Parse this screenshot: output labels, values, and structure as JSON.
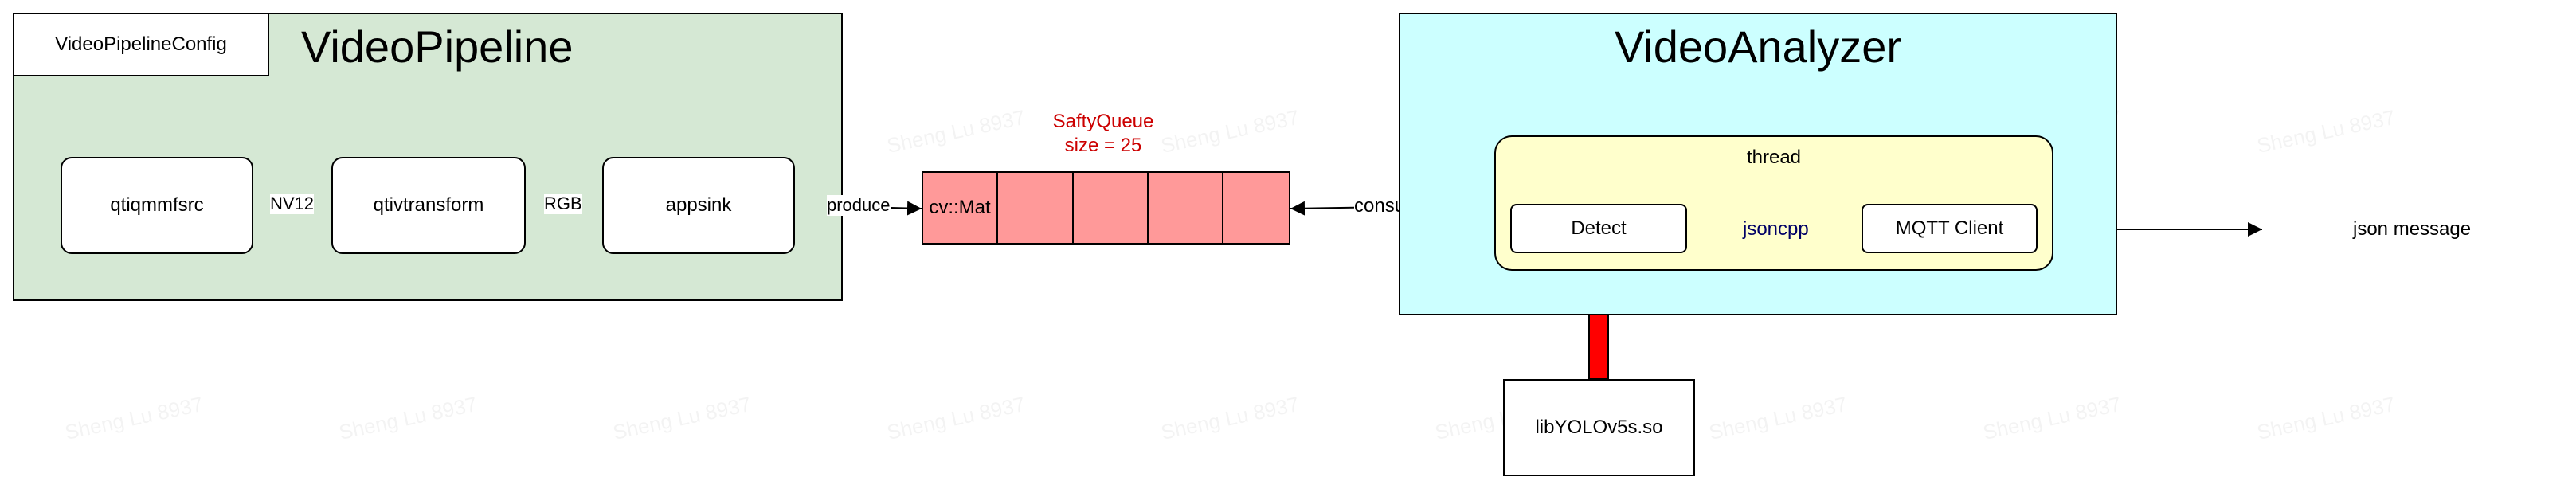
{
  "video_pipeline": {
    "title": "VideoPipeline",
    "config_label": "VideoPipelineConfig",
    "nodes": [
      "qtiqmmfsrc",
      "qtivtransform",
      "appsink"
    ],
    "edges": [
      "NV12",
      "RGB"
    ],
    "fill": "#d5e8d4"
  },
  "queue": {
    "title_line1": "SaftyQueue",
    "title_line2": "size = 25",
    "first_cell": "cv::Mat",
    "fill": "#ff9999",
    "title_color": "#cc0000",
    "produce_label": "produce",
    "consume_label": "consume"
  },
  "video_analyzer": {
    "title": "VideoAnalyzer",
    "thread_label": "thread",
    "detect_label": "Detect",
    "jsoncpp_label": "jsoncpp",
    "mqtt_label": "MQTT Client",
    "fill": "#ccffff",
    "thread_fill": "#ffffcc",
    "jsoncpp_color": "#000066"
  },
  "library_label": "libYOLOv5s.so",
  "output_label": "json message",
  "watermark": "Sheng Lu 8937",
  "arrow_color": "#ff0000"
}
